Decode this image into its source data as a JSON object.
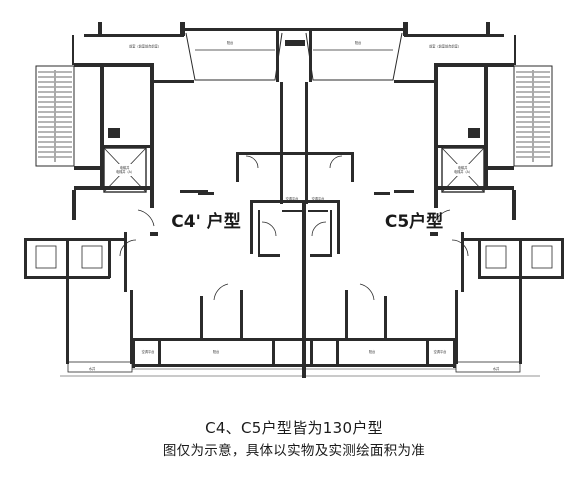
{
  "plan": {
    "unit_left": "C4' 户型",
    "unit_right": "C5户型",
    "room_labels": {
      "front_room_left": "前室（前室前合前室）",
      "front_room_right": "前室（前室前合前室）",
      "balcony_top_left": "阳台",
      "balcony_top_right": "阳台",
      "elevator_left": "电梯井\n电梯井（A）",
      "elevator_right": "电梯井\n电梯井（A）",
      "platform_1": "空调平台",
      "platform_2": "空调平台",
      "platform_3": "空调平台",
      "platform_4": "空调平台",
      "balcony_bottom_left": "阳台",
      "balcony_bottom_right": "阳台",
      "shaft_left": "水井",
      "shaft_right": "水井"
    }
  },
  "caption": {
    "line1": "C4、C5户型皆为130户型",
    "line2": "图仅为示意，具体以实物及实测绘面积为准"
  }
}
